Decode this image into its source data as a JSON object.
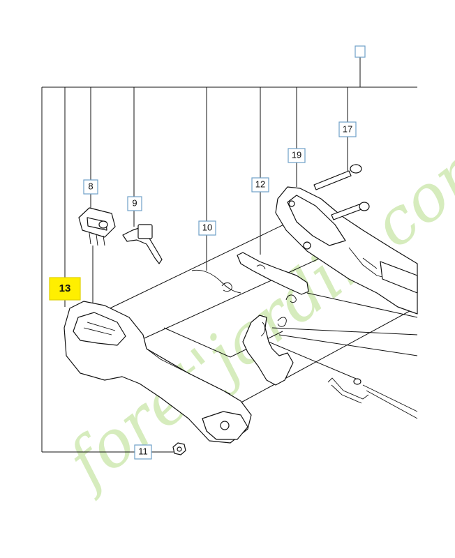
{
  "callouts": [
    {
      "id": "8",
      "label": "8"
    },
    {
      "id": "9",
      "label": "9"
    },
    {
      "id": "10",
      "label": "10"
    },
    {
      "id": "11",
      "label": "11"
    },
    {
      "id": "12",
      "label": "12"
    },
    {
      "id": "13",
      "label": "13",
      "highlighted": true
    },
    {
      "id": "17",
      "label": "17"
    },
    {
      "id": "19",
      "label": "19"
    }
  ],
  "watermark": {
    "text": "foret'jardin.com",
    "color_green": "#c9e6a8",
    "color_gray": "#c8c2b6"
  },
  "colors": {
    "highlight": "#ffef00",
    "callout_border": "#6fa0c8",
    "line": "#111111"
  }
}
